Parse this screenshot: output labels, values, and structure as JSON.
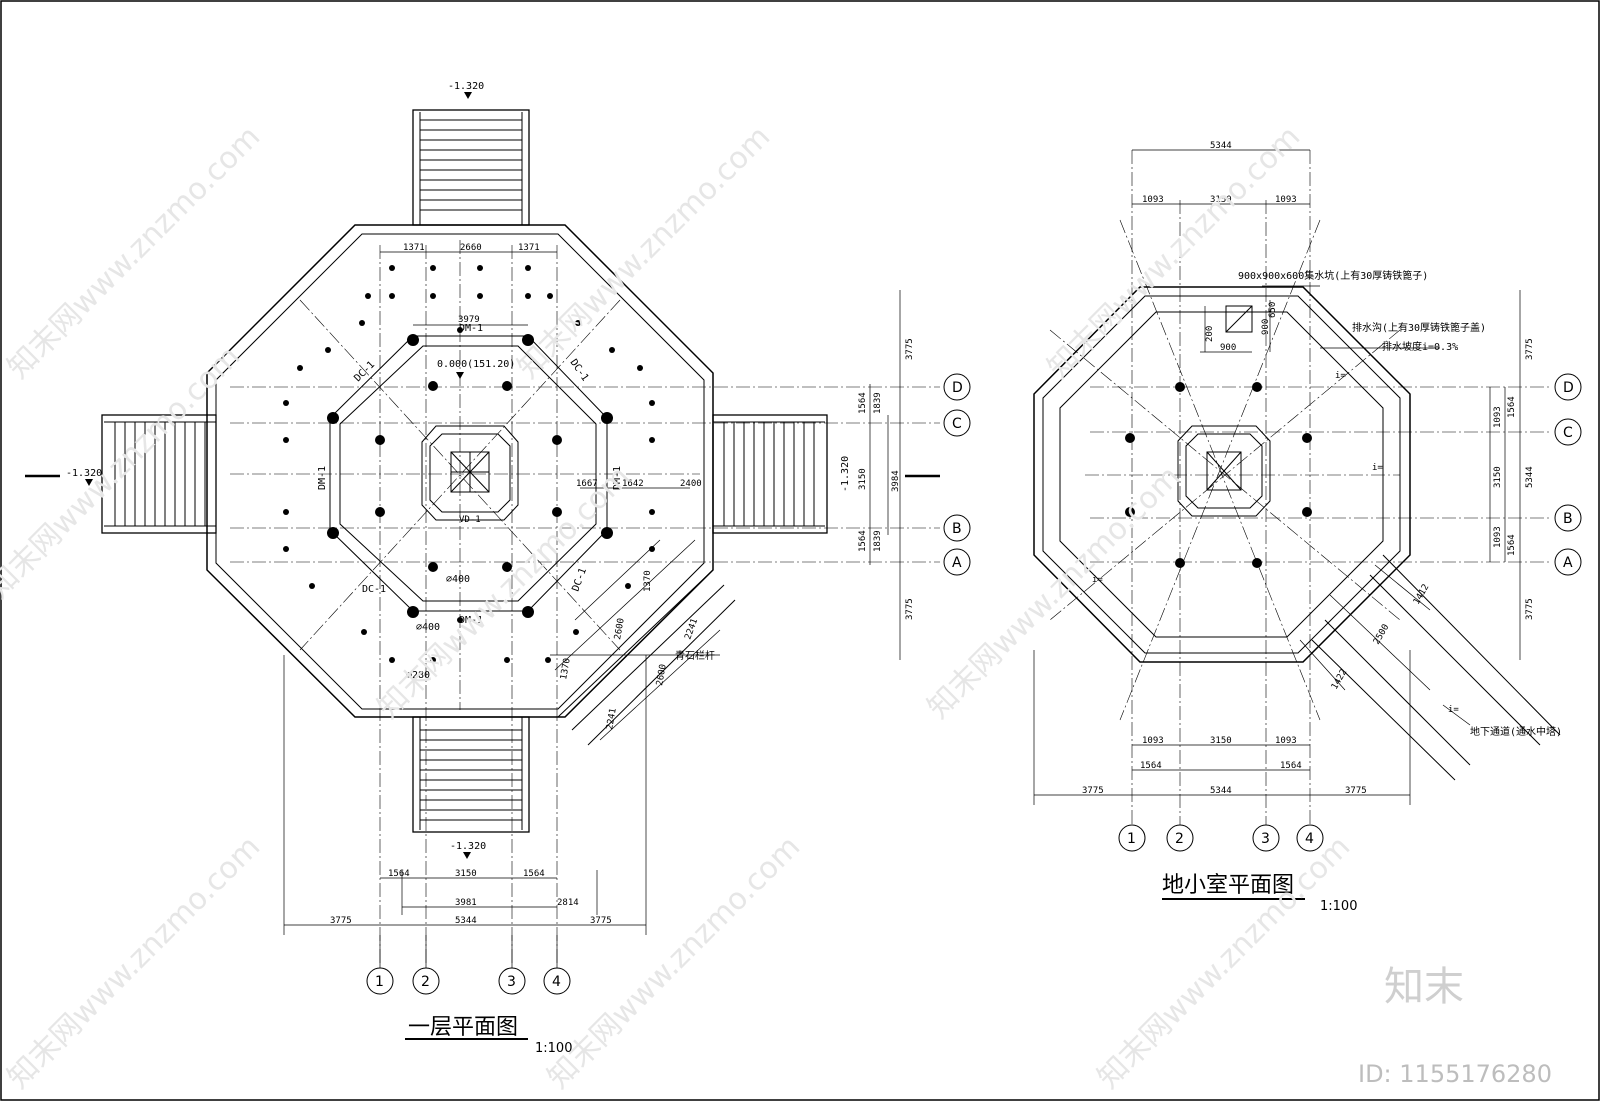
{
  "left_plan": {
    "title": "一层平面图",
    "scale": "1:100",
    "elev_top": "-1.320",
    "elev_left": "-1.320",
    "elev_right": "-1.320",
    "elev_bottom": "-1.320",
    "center_elev": "0.000(151.20)",
    "labels": {
      "dm_top": "DM-1",
      "dm_bottom": "DM-1",
      "dm_left": "DM-1",
      "dm_right": "DM-1",
      "dc_tl": "DC-1",
      "dc_tr": "DC-1",
      "dc_bl": "DC-1",
      "dc_br": "DC-1",
      "vd": "VD-1",
      "phi400a": "∅400",
      "phi400b": "∅400",
      "phi280": "∅280",
      "railing": "青石栏杆"
    },
    "dims_top": [
      "1371",
      "2660",
      "1371"
    ],
    "dim_3979": "3979",
    "dims_right": [
      "3775",
      "1564",
      "1839",
      "3150",
      "3984",
      "1839",
      "1564",
      "3775"
    ],
    "dims_mid": [
      "1667",
      "1642",
      "2400"
    ],
    "dims_diag": [
      "1370",
      "1370",
      "2600",
      "2241",
      "2600",
      "2241"
    ],
    "dims_bottom1": [
      "1564",
      "3150",
      "1564"
    ],
    "dims_bottom2": [
      "3981",
      "2814"
    ],
    "dims_bottom3": [
      "3775",
      "5344",
      "3775"
    ],
    "axes_v": [
      "1",
      "2",
      "3",
      "4"
    ],
    "axes_h": [
      "D",
      "C",
      "B",
      "A"
    ]
  },
  "right_plan": {
    "title": "地小室平面图",
    "scale": "1:100",
    "dim_top_total": "5344",
    "dims_top": [
      "1093",
      "3150",
      "1093"
    ],
    "note_pit": "900x900x600集水坑(上有30厚铸铁篦子)",
    "note_drain": "排水沟(上有30厚铸铁篦子盖)",
    "note_slope": "排水坡度i=0.3%",
    "note_tunnel": "地下通道(通水中塔)",
    "dims_pit": [
      "200",
      "900",
      "900",
      "650"
    ],
    "dims_right": [
      "3775",
      "1564",
      "1093",
      "3150",
      "5344",
      "1093",
      "1564",
      "3775"
    ],
    "dims_diag": [
      "1412",
      "2500",
      "1422"
    ],
    "dims_bottom1": [
      "1093",
      "3150",
      "1093"
    ],
    "dims_bottom2": [
      "1564",
      "1564"
    ],
    "dims_bottom3": [
      "3775",
      "5344",
      "3775"
    ],
    "slope_marks": [
      "i=",
      "i=",
      "i=",
      "i="
    ],
    "axes_v": [
      "1",
      "2",
      "3",
      "4"
    ],
    "axes_h": [
      "D",
      "C",
      "B",
      "A"
    ]
  },
  "watermark": {
    "text": "知末网www.znzmo.com",
    "brand": "知末",
    "id": "ID: 1155176280"
  }
}
